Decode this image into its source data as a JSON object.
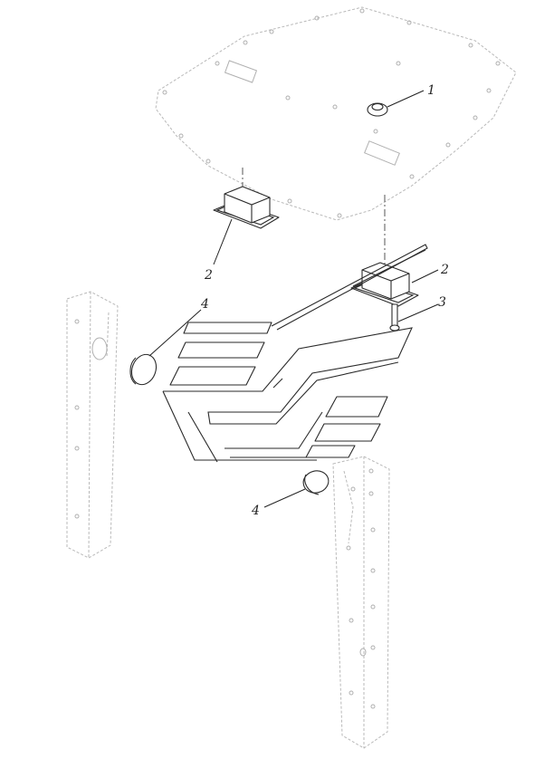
{
  "diagram": {
    "callouts": [
      {
        "id": "1",
        "label": "1"
      },
      {
        "id": "2a",
        "label": "2"
      },
      {
        "id": "2b",
        "label": "2"
      },
      {
        "id": "3",
        "label": "3"
      },
      {
        "id": "4a",
        "label": "4"
      },
      {
        "id": "4b",
        "label": "4"
      }
    ]
  }
}
